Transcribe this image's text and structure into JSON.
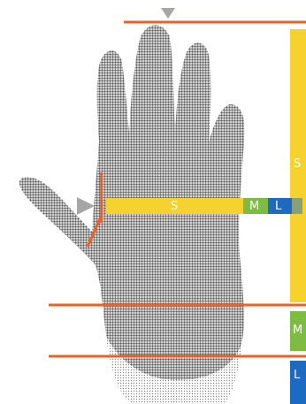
{
  "colors": {
    "orange": "#E8622A",
    "yellow": "#F6D22E",
    "green": "#7DBB43",
    "blue": "#1C6BC1",
    "gray_marker": "#A6A6A6",
    "hand": "#5E5E5E"
  },
  "length_scale": {
    "small": "S",
    "medium": "M",
    "large": "L"
  },
  "width_scale": {
    "small": "S",
    "medium": "M",
    "large": "L"
  }
}
